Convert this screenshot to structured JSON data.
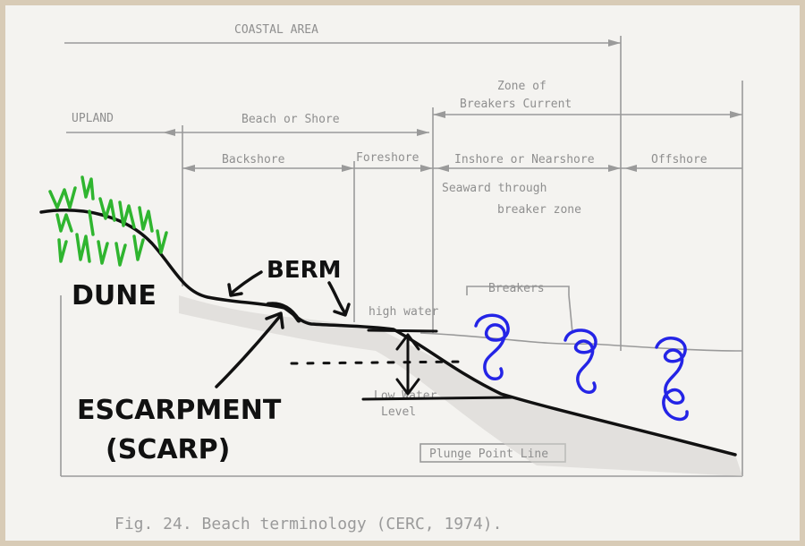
{
  "figure": {
    "caption": "Fig. 24. Beach terminology (CERC, 1974).",
    "zones": {
      "coastal_area": "COASTAL AREA",
      "upland": "UPLAND",
      "beach_or_shore": "Beach or Shore",
      "zone_of_breakers": "Zone of",
      "zone_of_breakers_2": "Breakers Current",
      "backshore": "Backshore",
      "foreshore": "Foreshore",
      "inshore": "Inshore or Nearshore",
      "offshore": "Offshore",
      "seaward_through": "Seaward through",
      "breaker_zone": "breaker zone",
      "breakers": "Breakers",
      "high_water": "high water",
      "low_water": "Low Water",
      "low_water_2": "Level",
      "plunge_point": "Plunge Point Line"
    }
  },
  "annotations": {
    "dune": "DUNE",
    "berm": "BERM",
    "escarpment": "ESCARPMENT",
    "scarp": "(SCARP)"
  },
  "colors": {
    "vegetation": "#2fb52f",
    "waves": "#2424e6",
    "ink": "#111111"
  }
}
